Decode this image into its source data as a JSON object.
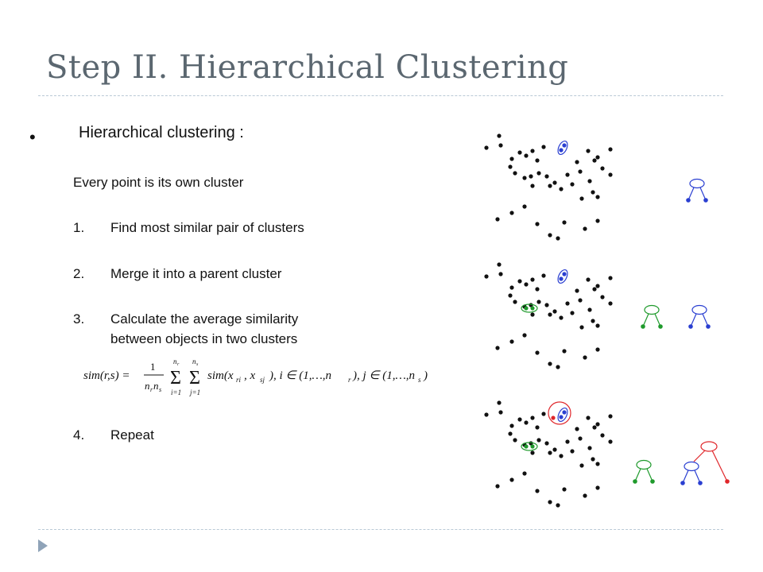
{
  "slide": {
    "title": "Step II. Hierarchical Clustering",
    "bullet_marker": "•",
    "bullet_text": "Hierarchical clustering :",
    "intro": "Every point is its own cluster",
    "steps": [
      {
        "num": "1.",
        "lines": [
          "Find most similar pair of clusters"
        ]
      },
      {
        "num": "2.",
        "lines": [
          "Merge it into a parent cluster"
        ]
      },
      {
        "num": "3.",
        "lines": [
          "Calculate the average similarity",
          "between objects in two clusters"
        ]
      },
      {
        "num": "4.",
        "lines": [
          "Repeat"
        ]
      }
    ],
    "formula": {
      "lhs": "sim(r,s) = ",
      "frac_num": "1",
      "frac_den": "n",
      "frac_den_sub": "r",
      "frac_den_2": "n",
      "frac_den_sub_2": "s",
      "sum_top": "n",
      "sum_top_sub_1": "r",
      "sum_top_sub_2": "s",
      "sum_bottom_1": "i=1",
      "sum_bottom_2": "j=1",
      "body": "sim(x",
      "body_sub_1": "ri",
      "body_mid": ", x",
      "body_sub_2": "sj",
      "tail": "),   i ∈ (1,…,n",
      "tail_sub_1": "r",
      "tail_mid": "), j ∈ (1,…,n",
      "tail_sub_2": "s",
      "tail_end": ")"
    },
    "colors": {
      "title": "#5b6770",
      "rule": "#b9c9d6",
      "point": "#111111",
      "cluster_blue": "#2a3fd1",
      "cluster_green": "#1f9a2c",
      "cluster_red": "#e0262a",
      "nav_arrow": "#8fa3b8"
    },
    "nav_icon": "triangle-right-icon"
  }
}
